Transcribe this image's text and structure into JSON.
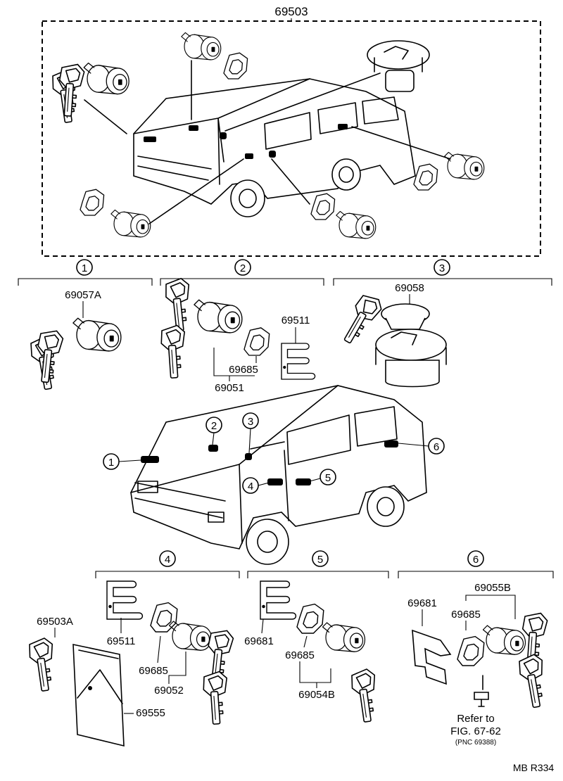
{
  "diagram": {
    "top_part_number": "69503",
    "sections": [
      {
        "number": "1",
        "part": "69057A"
      },
      {
        "number": "2",
        "parts": [
          "69511",
          "69685",
          "69051"
        ]
      },
      {
        "number": "3",
        "part": "69058"
      },
      {
        "number": "4",
        "parts": [
          "69511",
          "69685",
          "69052"
        ]
      },
      {
        "number": "5",
        "parts": [
          "69681",
          "69685",
          "69054B"
        ]
      },
      {
        "number": "6",
        "parts": [
          "69055B",
          "69681",
          "69685"
        ]
      }
    ],
    "van_callouts": [
      "1",
      "2",
      "3",
      "4",
      "5",
      "6"
    ],
    "extra_parts": [
      "69503A",
      "69555"
    ],
    "refer_note": {
      "line1": "Refer to",
      "line2": "FIG. 67-62",
      "line3": "(PNC 69388)"
    },
    "figure_code": "MB R334"
  }
}
